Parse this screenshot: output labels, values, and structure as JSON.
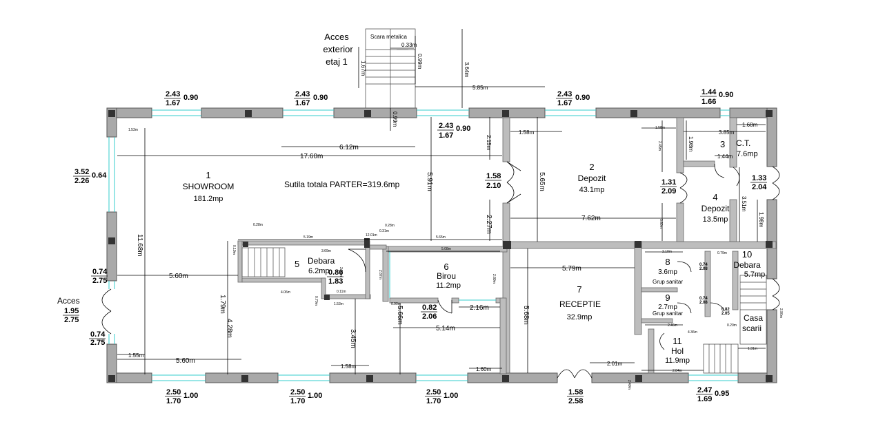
{
  "rooms": [
    {
      "id": "showroom",
      "num": "1",
      "name": "SHOWROOM",
      "area": "181.2mp"
    },
    {
      "id": "depozit",
      "num": "2",
      "name": "Depozit",
      "area": "43.1mp"
    },
    {
      "id": "ct",
      "num": "3",
      "name": "C.T.",
      "area": "7.6mp"
    },
    {
      "id": "depozit4",
      "num": "4",
      "name": "Depozit",
      "area": "13.5mp"
    },
    {
      "id": "debara5",
      "num": "5",
      "name": "Debara",
      "area": "6.2mp"
    },
    {
      "id": "birou",
      "num": "6",
      "name": "Birou",
      "area": "11.2mp"
    },
    {
      "id": "receptie",
      "num": "7",
      "name": "RECEPTIE",
      "area": "32.9mp"
    },
    {
      "id": "grup8",
      "num": "8",
      "name": "Grup sanitar",
      "area": "3.6mp"
    },
    {
      "id": "grup9",
      "num": "9",
      "name": "Grup sanitar",
      "area": "2.7mp"
    },
    {
      "id": "debara10",
      "num": "10",
      "name": "Debara",
      "area": "5.7mp"
    },
    {
      "id": "hol",
      "num": "11",
      "name": "Hol",
      "area": "11.9mp"
    }
  ],
  "labels": {
    "total": "Sutila totala PARTER=319.6mp",
    "acces_ext": [
      "Acces",
      "exterior",
      "etaj 1"
    ],
    "scara_metalica": "Scara metalica",
    "acces": "Acces",
    "casa_scarii": [
      "Casa",
      "scarii"
    ]
  },
  "openings": [
    {
      "id": "w-top-1",
      "w": "2.43",
      "h": "1.67",
      "s": "0.90"
    },
    {
      "id": "w-top-2",
      "w": "2.43",
      "h": "1.67",
      "s": "0.90"
    },
    {
      "id": "w-top-3",
      "w": "2.43",
      "h": "1.67",
      "s": "0.90"
    },
    {
      "id": "w-top-4",
      "w": "1.44",
      "h": "1.66",
      "s": "0.90"
    },
    {
      "id": "w-inner",
      "w": "2.43",
      "h": "1.67",
      "s": "0.90"
    },
    {
      "id": "w-left",
      "w": "3.52",
      "h": "2.26",
      "s": "0.64"
    },
    {
      "id": "w-left-2",
      "w": "0.74",
      "h": "2.75",
      "s": ""
    },
    {
      "id": "d-acces",
      "w": "1.95",
      "h": "2.75",
      "s": ""
    },
    {
      "id": "w-left-3",
      "w": "0.74",
      "h": "2.75",
      "s": ""
    },
    {
      "id": "d-158",
      "w": "1.58",
      "h": "2.10",
      "s": ""
    },
    {
      "id": "d-131",
      "w": "1.31",
      "h": "2.09",
      "s": ""
    },
    {
      "id": "d-133",
      "w": "1.33",
      "h": "2.04",
      "s": ""
    },
    {
      "id": "d-086",
      "w": "0.86",
      "h": "1.83",
      "s": ""
    },
    {
      "id": "d-082",
      "w": "0.82",
      "h": "2.06",
      "s": ""
    },
    {
      "id": "w-bot-1",
      "w": "2.50",
      "h": "1.70",
      "s": "1.00"
    },
    {
      "id": "w-bot-2",
      "w": "2.50",
      "h": "1.70",
      "s": "1.00"
    },
    {
      "id": "w-bot-3",
      "w": "2.50",
      "h": "1.70",
      "s": "1.00"
    },
    {
      "id": "d-bot",
      "w": "1.58",
      "h": "2.58",
      "s": ""
    },
    {
      "id": "w-bot-4",
      "w": "2.47",
      "h": "1.69",
      "s": "0.95"
    },
    {
      "id": "d-g8",
      "w": "0.74",
      "h": "2.08",
      "s": ""
    },
    {
      "id": "d-g9",
      "w": "0.74",
      "h": "2.08",
      "s": ""
    },
    {
      "id": "d-d10",
      "w": "0.82",
      "h": "2.05",
      "s": ""
    }
  ],
  "dims": {
    "d_612": "6.12m",
    "d_1760": "17.60m",
    "d_1168": "11.68m",
    "d_560a": "5.60m",
    "d_560b": "5.60m",
    "d_179": "1.79m",
    "d_428": "4.28m",
    "d_345": "3.45m",
    "d_591": "5.91m",
    "d_565": "5.65m",
    "d_762": "7.62m",
    "d_579": "5.79m",
    "d_568": "5.68m",
    "d_566": "5.66m",
    "d_514": "5.14m",
    "d_216": "2.16m",
    "d_227": "2.27m",
    "d_215": "2.15m",
    "d_158a": "1.58m",
    "d_158b": "1.58m",
    "d_160": "1.60m",
    "d_155": "1.55m",
    "d_201": "2.01m",
    "d_385": "3.85m",
    "d_168": "1.68m",
    "d_144": "1.44m",
    "d_198a": "1.98m",
    "d_198b": "1.98m",
    "d_351": "3.51m",
    "d_585": "5.85m",
    "d_364": "3.64m",
    "d_167": "1.67m",
    "d_099a": "0.99m",
    "d_099b": "0.99m",
    "d_033": "0.33m",
    "s_153": "1.53m",
    "s_519": "5.19m",
    "s_565": "5.65m",
    "s_508": "5.08m",
    "s_369": "3.69m",
    "s_406": "4.06m",
    "s_028a": "0.28m",
    "s_028b": "0.28m",
    "s_031": "0.31m",
    "s_1201": "12.01m",
    "s_019": "0.19m",
    "s_210": "2.10m",
    "s_079": "0.79m",
    "s_246": "2.46m",
    "s_436": "4.36m",
    "s_020": "0.20m",
    "s_284": "2.84m",
    "s_131": "1.31m",
    "s_290": "2.90m",
    "s_153b": "1.53m",
    "s_090": "0.90m",
    "s_011": "0.11m",
    "s_070": "0.70m",
    "s_249": "2.49m",
    "s_158": "1.58m",
    "s_245": "2.45m",
    "s_380": "3.80m",
    "s_270": "2.70m",
    "s_287": "2.87m",
    "s_289": "2.89m"
  }
}
